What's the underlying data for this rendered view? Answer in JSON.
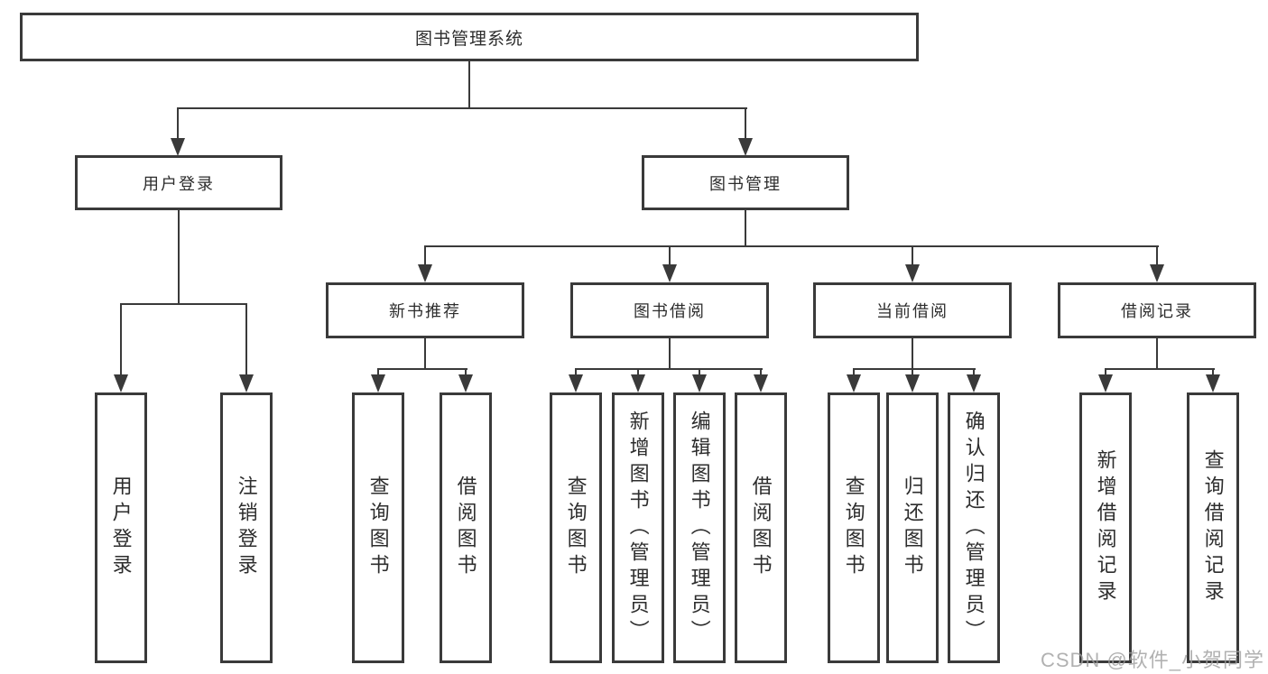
{
  "diagram": {
    "type": "tree",
    "root": {
      "label": "图书管理系统",
      "children": [
        {
          "label": "用户登录",
          "children": [
            {
              "label": "用户登录"
            },
            {
              "label": "注销登录"
            }
          ]
        },
        {
          "label": "图书管理",
          "children": [
            {
              "label": "新书推荐",
              "children": [
                {
                  "label": "查询图书"
                },
                {
                  "label": "借阅图书"
                }
              ]
            },
            {
              "label": "图书借阅",
              "children": [
                {
                  "label": "查询图书"
                },
                {
                  "label": "新增图书（管理员）"
                },
                {
                  "label": "编辑图书（管理员）"
                },
                {
                  "label": "借阅图书"
                }
              ]
            },
            {
              "label": "当前借阅",
              "children": [
                {
                  "label": "查询图书"
                },
                {
                  "label": "归还图书"
                },
                {
                  "label": "确认归还（管理员）"
                }
              ]
            },
            {
              "label": "借阅记录",
              "children": [
                {
                  "label": "新增借阅记录"
                },
                {
                  "label": "查询借阅记录"
                }
              ]
            }
          ]
        }
      ]
    },
    "watermark": "CSDN @软件_小贺同学",
    "colors": {
      "line": "#3a3a3a",
      "box_border": "#3a3a3a",
      "text": "#2d2d2d",
      "watermark": "#9e9e9e",
      "background": "#ffffff"
    }
  }
}
